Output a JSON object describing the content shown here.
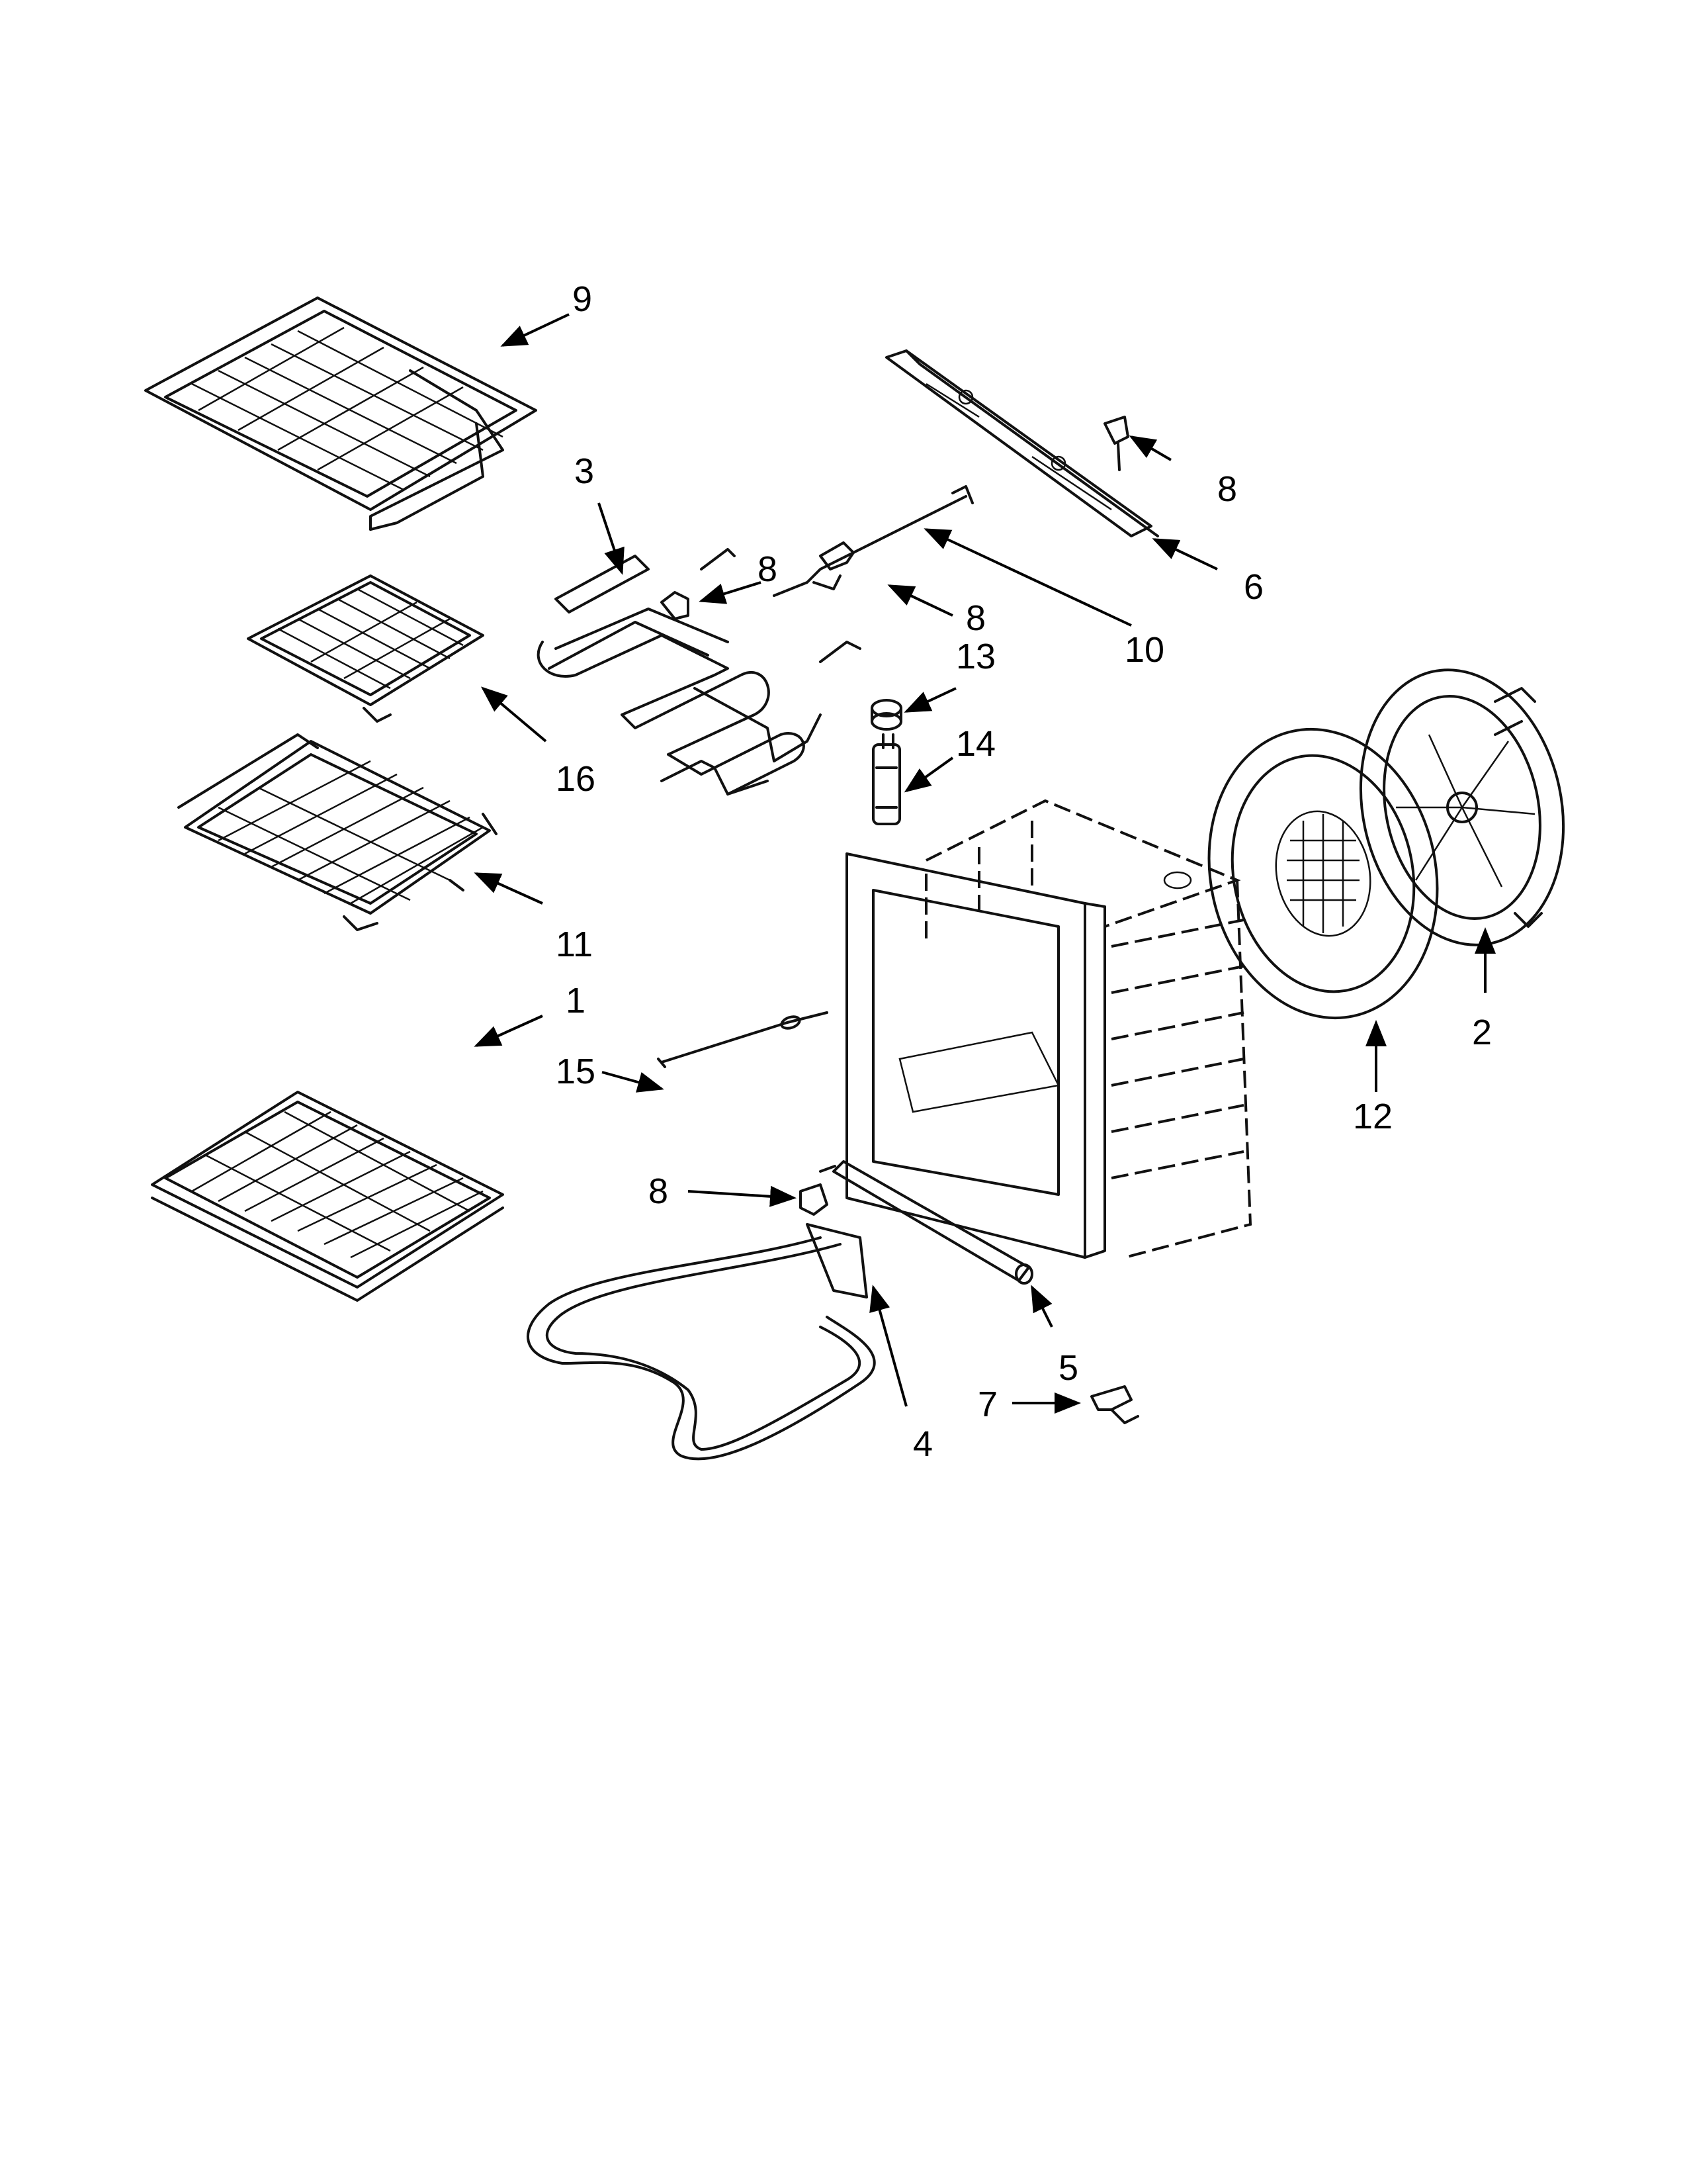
{
  "callouts": {
    "c1": "1",
    "c2": "2",
    "c3": "3",
    "c4": "4",
    "c5": "5",
    "c6": "6",
    "c7": "7",
    "c8a": "8",
    "c8b": "8",
    "c8c": "8",
    "c8d": "8",
    "c9": "9",
    "c10": "10",
    "c11": "11",
    "c12": "12",
    "c13": "13",
    "c14": "14",
    "c15": "15",
    "c16": "16"
  }
}
